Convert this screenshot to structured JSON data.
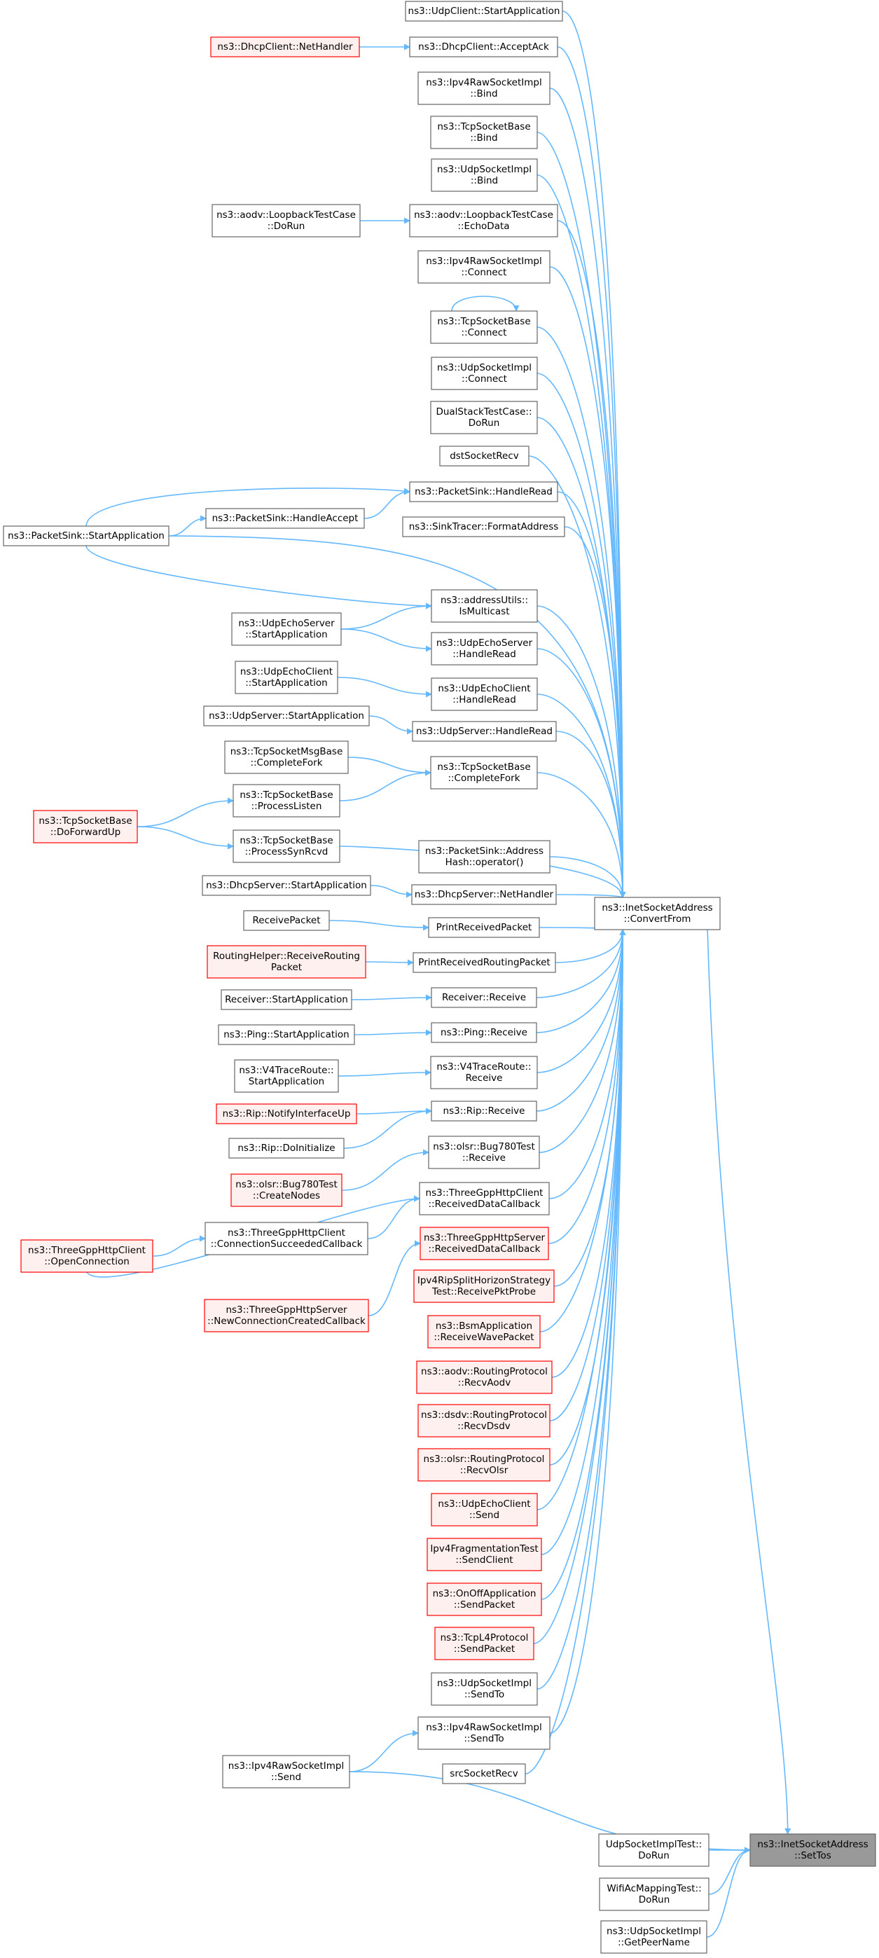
{
  "graph": {
    "edge_color": "#63b8ff",
    "node_border_color": "#666666",
    "red_node_border_color": "#ff0000",
    "red_node_fill": "#fff0f0",
    "focus_node_fill": "#999999",
    "nodes": [
      {
        "id": "udpclient_startapp",
        "lines": [
          "ns3::UdpClient::StartApplication"
        ],
        "style": "normal"
      },
      {
        "id": "dhcpclient_nethandler",
        "lines": [
          "ns3::DhcpClient::NetHandler"
        ],
        "style": "red"
      },
      {
        "id": "dhcpclient_acceptack",
        "lines": [
          "ns3::DhcpClient::AcceptAck"
        ],
        "style": "normal"
      },
      {
        "id": "ipv4raw_bind",
        "lines": [
          "ns3::Ipv4RawSocketImpl",
          "::Bind"
        ],
        "style": "normal"
      },
      {
        "id": "tcpsocketbase_bind",
        "lines": [
          "ns3::TcpSocketBase",
          "::Bind"
        ],
        "style": "normal"
      },
      {
        "id": "udpsocketimpl_bind",
        "lines": [
          "ns3::UdpSocketImpl",
          "::Bind"
        ],
        "style": "normal"
      },
      {
        "id": "aodv_loopback_dorun",
        "lines": [
          "ns3::aodv::LoopbackTestCase",
          "::DoRun"
        ],
        "style": "normal"
      },
      {
        "id": "aodv_loopback_echodata",
        "lines": [
          "ns3::aodv::LoopbackTestCase",
          "::EchoData"
        ],
        "style": "normal"
      },
      {
        "id": "ipv4raw_connect",
        "lines": [
          "ns3::Ipv4RawSocketImpl",
          "::Connect"
        ],
        "style": "normal"
      },
      {
        "id": "tcpsocketbase_connect",
        "lines": [
          "ns3::TcpSocketBase",
          "::Connect"
        ],
        "style": "normal"
      },
      {
        "id": "udpsocketimpl_connect",
        "lines": [
          "ns3::UdpSocketImpl",
          "::Connect"
        ],
        "style": "normal"
      },
      {
        "id": "dualstack_dorun",
        "lines": [
          "DualStackTestCase::",
          "DoRun"
        ],
        "style": "normal"
      },
      {
        "id": "dstsocketrecv",
        "lines": [
          "dstSocketRecv"
        ],
        "style": "normal"
      },
      {
        "id": "packetsink_handleread",
        "lines": [
          "ns3::PacketSink::HandleRead"
        ],
        "style": "normal"
      },
      {
        "id": "packetsink_startapp",
        "lines": [
          "ns3::PacketSink::StartApplication"
        ],
        "style": "normal"
      },
      {
        "id": "packetsink_handleaccept",
        "lines": [
          "ns3::PacketSink::HandleAccept"
        ],
        "style": "normal"
      },
      {
        "id": "sinktracer_formataddress",
        "lines": [
          "ns3::SinkTracer::FormatAddress"
        ],
        "style": "normal"
      },
      {
        "id": "addressutils_ismulticast",
        "lines": [
          "ns3::addressUtils::",
          "IsMulticast"
        ],
        "style": "normal"
      },
      {
        "id": "udpechoserver_startapp",
        "lines": [
          "ns3::UdpEchoServer",
          "::StartApplication"
        ],
        "style": "normal"
      },
      {
        "id": "udpechoserver_handleread",
        "lines": [
          "ns3::UdpEchoServer",
          "::HandleRead"
        ],
        "style": "normal"
      },
      {
        "id": "udpechoclient_startapp",
        "lines": [
          "ns3::UdpEchoClient",
          "::StartApplication"
        ],
        "style": "normal"
      },
      {
        "id": "udpechoclient_handleread",
        "lines": [
          "ns3::UdpEchoClient",
          "::HandleRead"
        ],
        "style": "normal"
      },
      {
        "id": "udpserver_startapp",
        "lines": [
          "ns3::UdpServer::StartApplication"
        ],
        "style": "normal"
      },
      {
        "id": "udpserver_handleread",
        "lines": [
          "ns3::UdpServer::HandleRead"
        ],
        "style": "normal"
      },
      {
        "id": "tcpsocketmsgbase_completefork",
        "lines": [
          "ns3::TcpSocketMsgBase",
          "::CompleteFork"
        ],
        "style": "normal"
      },
      {
        "id": "tcpsocketbase_completefork",
        "lines": [
          "ns3::TcpSocketBase",
          "::CompleteFork"
        ],
        "style": "normal"
      },
      {
        "id": "tcpsocketbase_processlisten",
        "lines": [
          "ns3::TcpSocketBase",
          "::ProcessListen"
        ],
        "style": "normal"
      },
      {
        "id": "tcpsocketbase_doforwardup",
        "lines": [
          "ns3::TcpSocketBase",
          "::DoForwardUp"
        ],
        "style": "red"
      },
      {
        "id": "tcpsocketbase_processsynrcvd",
        "lines": [
          "ns3::TcpSocketBase",
          "::ProcessSynRcvd"
        ],
        "style": "normal"
      },
      {
        "id": "packetsink_addresshash",
        "lines": [
          "ns3::PacketSink::Address",
          "Hash::operator()"
        ],
        "style": "normal"
      },
      {
        "id": "dhcpserver_startapp",
        "lines": [
          "ns3::DhcpServer::StartApplication"
        ],
        "style": "normal"
      },
      {
        "id": "dhcpserver_nethandler",
        "lines": [
          "ns3::DhcpServer::NetHandler"
        ],
        "style": "normal"
      },
      {
        "id": "inetsocketaddress_convertfrom",
        "lines": [
          "ns3::InetSocketAddress",
          "::ConvertFrom"
        ],
        "style": "normal"
      },
      {
        "id": "receivepacket",
        "lines": [
          "ReceivePacket"
        ],
        "style": "normal"
      },
      {
        "id": "printreceivedpacket",
        "lines": [
          "PrintReceivedPacket"
        ],
        "style": "normal"
      },
      {
        "id": "routinghelper_receiverouting",
        "lines": [
          "RoutingHelper::ReceiveRouting",
          "Packet"
        ],
        "style": "red"
      },
      {
        "id": "printreceivedroutingpacket",
        "lines": [
          "PrintReceivedRoutingPacket"
        ],
        "style": "normal"
      },
      {
        "id": "receiver_startapp",
        "lines": [
          "Receiver::StartApplication"
        ],
        "style": "normal"
      },
      {
        "id": "receiver_receive",
        "lines": [
          "Receiver::Receive"
        ],
        "style": "normal"
      },
      {
        "id": "ping_startapp",
        "lines": [
          "ns3::Ping::StartApplication"
        ],
        "style": "normal"
      },
      {
        "id": "ping_receive",
        "lines": [
          "ns3::Ping::Receive"
        ],
        "style": "normal"
      },
      {
        "id": "v4traceroute_startapp",
        "lines": [
          "ns3::V4TraceRoute::",
          "StartApplication"
        ],
        "style": "normal"
      },
      {
        "id": "v4traceroute_receive",
        "lines": [
          "ns3::V4TraceRoute::",
          "Receive"
        ],
        "style": "normal"
      },
      {
        "id": "rip_notifyinterfaceup",
        "lines": [
          "ns3::Rip::NotifyInterfaceUp"
        ],
        "style": "red"
      },
      {
        "id": "rip_receive",
        "lines": [
          "ns3::Rip::Receive"
        ],
        "style": "normal"
      },
      {
        "id": "rip_doinitialize",
        "lines": [
          "ns3::Rip::DoInitialize"
        ],
        "style": "normal"
      },
      {
        "id": "olsr_bug780_receive",
        "lines": [
          "ns3::olsr::Bug780Test",
          "::Receive"
        ],
        "style": "normal"
      },
      {
        "id": "olsr_bug780_createnodes",
        "lines": [
          "ns3::olsr::Bug780Test",
          "::CreateNodes"
        ],
        "style": "red"
      },
      {
        "id": "threegpphttpclient_receiveddata",
        "lines": [
          "ns3::ThreeGppHttpClient",
          "::ReceivedDataCallback"
        ],
        "style": "normal"
      },
      {
        "id": "threegpphttpclient_connsucceeded",
        "lines": [
          "ns3::ThreeGppHttpClient",
          "::ConnectionSucceededCallback"
        ],
        "style": "normal"
      },
      {
        "id": "threegpphttpclient_openconnection",
        "lines": [
          "ns3::ThreeGppHttpClient",
          "::OpenConnection"
        ],
        "style": "red"
      },
      {
        "id": "threegpphttpserver_receiveddata",
        "lines": [
          "ns3::ThreeGppHttpServer",
          "::ReceivedDataCallback"
        ],
        "style": "red"
      },
      {
        "id": "threegpphttpserver_newconnection",
        "lines": [
          "ns3::ThreeGppHttpServer",
          "::NewConnectionCreatedCallback"
        ],
        "style": "red"
      },
      {
        "id": "ipv4ripsplithorizon",
        "lines": [
          "Ipv4RipSplitHorizonStrategy",
          "Test::ReceivePktProbe"
        ],
        "style": "red"
      },
      {
        "id": "bsmapplication_receivewave",
        "lines": [
          "ns3::BsmApplication",
          "::ReceiveWavePacket"
        ],
        "style": "red"
      },
      {
        "id": "aodv_routingprotocol_recvaodv",
        "lines": [
          "ns3::aodv::RoutingProtocol",
          "::RecvAodv"
        ],
        "style": "red"
      },
      {
        "id": "dsdv_routingprotocol_recvdsdv",
        "lines": [
          "ns3::dsdv::RoutingProtocol",
          "::RecvDsdv"
        ],
        "style": "red"
      },
      {
        "id": "olsr_routingprotocol_recvolsr",
        "lines": [
          "ns3::olsr::RoutingProtocol",
          "::RecvOlsr"
        ],
        "style": "red"
      },
      {
        "id": "udpechoclient_send",
        "lines": [
          "ns3::UdpEchoClient",
          "::Send"
        ],
        "style": "red"
      },
      {
        "id": "ipv4fragmentation_sendclient",
        "lines": [
          "Ipv4FragmentationTest",
          "::SendClient"
        ],
        "style": "red"
      },
      {
        "id": "onoffapplication_sendpacket",
        "lines": [
          "ns3::OnOffApplication",
          "::SendPacket"
        ],
        "style": "red"
      },
      {
        "id": "tcpl4protocol_sendpacket",
        "lines": [
          "ns3::TcpL4Protocol",
          "::SendPacket"
        ],
        "style": "red"
      },
      {
        "id": "udpsocketimpl_sendto",
        "lines": [
          "ns3::UdpSocketImpl",
          "::SendTo"
        ],
        "style": "normal"
      },
      {
        "id": "ipv4raw_sendto",
        "lines": [
          "ns3::Ipv4RawSocketImpl",
          "::SendTo"
        ],
        "style": "normal"
      },
      {
        "id": "ipv4raw_send",
        "lines": [
          "ns3::Ipv4RawSocketImpl",
          "::Send"
        ],
        "style": "normal"
      },
      {
        "id": "srcsocketrecv",
        "lines": [
          "srcSocketRecv"
        ],
        "style": "normal"
      },
      {
        "id": "udpsocketimpltest_dorun",
        "lines": [
          "UdpSocketImplTest::",
          "DoRun"
        ],
        "style": "normal"
      },
      {
        "id": "inetsocketaddress_settos",
        "lines": [
          "ns3::InetSocketAddress",
          "::SetTos"
        ],
        "style": "focus"
      },
      {
        "id": "wifiacmappingtest_dorun",
        "lines": [
          "WifiAcMappingTest::",
          "DoRun"
        ],
        "style": "normal"
      },
      {
        "id": "udpsocketimpl_getpeername",
        "lines": [
          "ns3::UdpSocketImpl",
          "::GetPeerName"
        ],
        "style": "normal"
      }
    ]
  }
}
